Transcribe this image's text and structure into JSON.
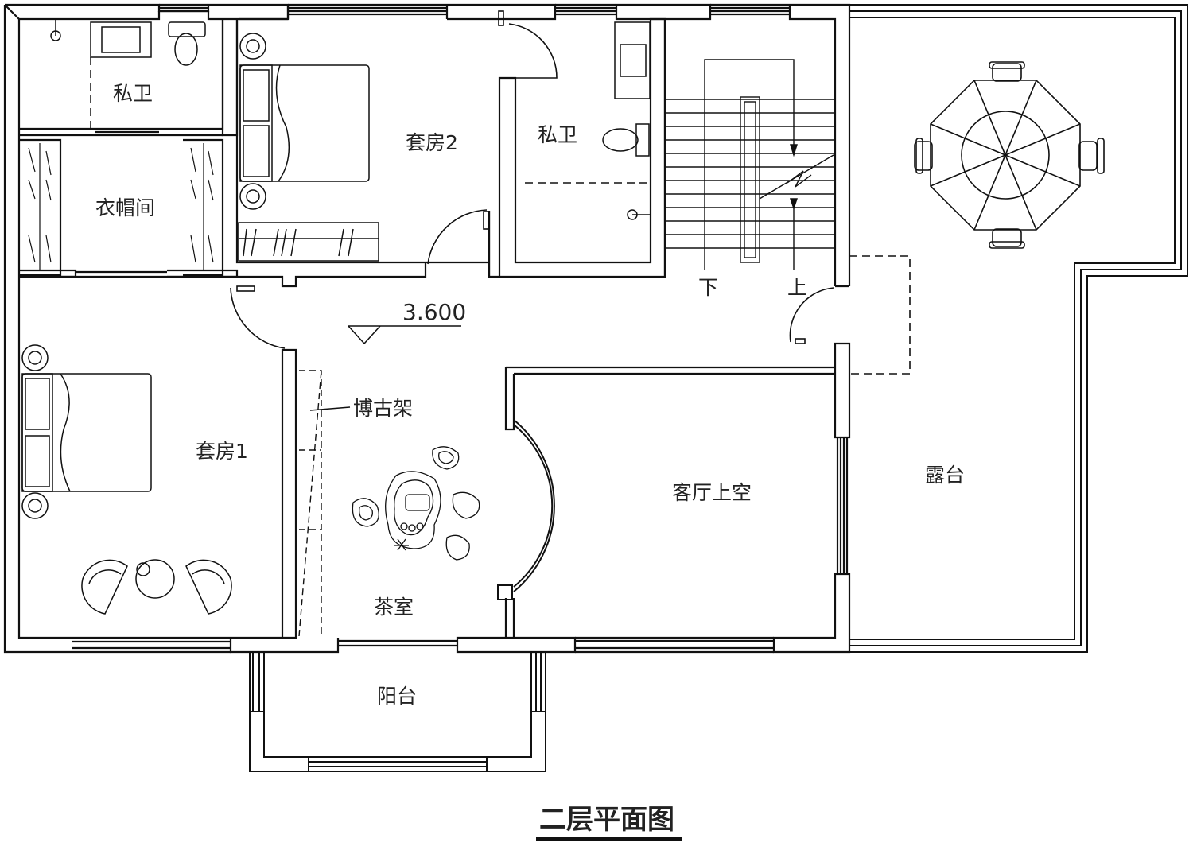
{
  "plan": {
    "title": "二层平面图",
    "elevation": "3.600",
    "rooms": {
      "bath_left": "私卫",
      "closet": "衣帽间",
      "suite2": "套房2",
      "bath_right": "私卫",
      "suite1": "套房1",
      "tea_room": "茶室",
      "void": "客厅上空",
      "terrace": "露台",
      "balcony": "阳台"
    },
    "stairs": {
      "down": "下",
      "up": "上"
    },
    "annotation_shelf": "博古架"
  }
}
